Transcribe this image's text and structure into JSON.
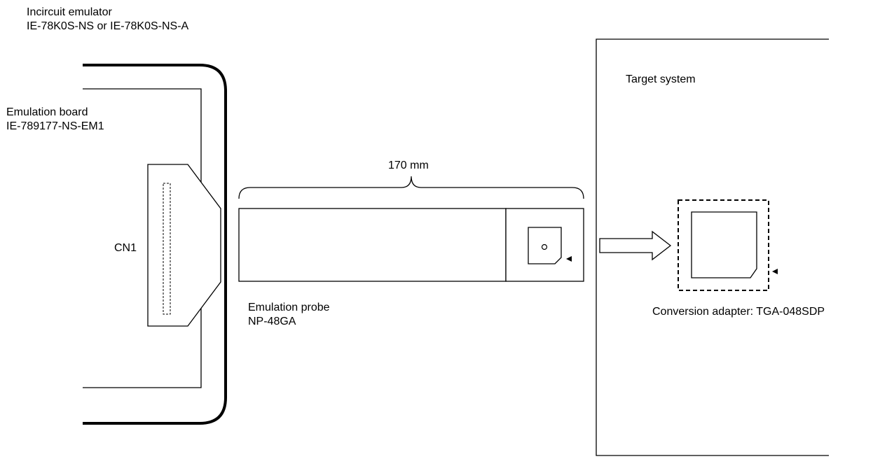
{
  "emulator": {
    "title": "Incircuit emulator",
    "model": "IE-78K0S-NS or IE-78K0S-NS-A"
  },
  "emulation_board": {
    "title": "Emulation board",
    "model": "IE-789177-NS-EM1",
    "connector_label": "CN1"
  },
  "probe": {
    "length_label": "170 mm",
    "title": "Emulation probe",
    "model": "NP-48GA"
  },
  "target": {
    "title": "Target system",
    "adapter_label": "Conversion adapter: TGA-048SDP"
  }
}
